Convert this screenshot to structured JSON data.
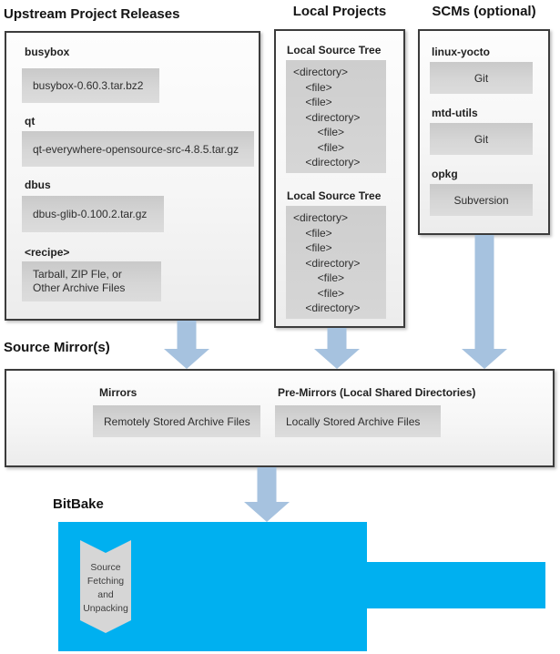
{
  "colors": {
    "bitbake_cyan": "#00B0F0",
    "arrow_blue": "#A6C2DF",
    "item_gray": "#D4D4D4"
  },
  "upstream": {
    "title": "Upstream Project Releases",
    "items": [
      {
        "label": "busybox",
        "file": "busybox-0.60.3.tar.bz2"
      },
      {
        "label": "qt",
        "file": "qt-everywhere-opensource-src-4.8.5.tar.gz"
      },
      {
        "label": "dbus",
        "file": "dbus-glib-0.100.2.tar.gz"
      },
      {
        "label": "<recipe>",
        "file_lines": [
          "Tarball, ZIP Fle, or",
          "Other Archive Files"
        ]
      }
    ]
  },
  "local": {
    "title": "Local Projects",
    "trees": [
      {
        "label": "Local Source Tree",
        "lines": [
          "<directory>",
          "    <file>",
          "    <file>",
          "    <directory>",
          "        <file>",
          "        <file>",
          "    <directory>"
        ]
      },
      {
        "label": "Local Source Tree",
        "lines": [
          "<directory>",
          "    <file>",
          "    <file>",
          "    <directory>",
          "        <file>",
          "        <file>",
          "    <directory>"
        ]
      }
    ]
  },
  "scms": {
    "title": "SCMs (optional)",
    "items": [
      {
        "label": "linux-yocto",
        "scm": "Git"
      },
      {
        "label": "mtd-utils",
        "scm": "Git"
      },
      {
        "label": "opkg",
        "scm": "Subversion"
      }
    ]
  },
  "mirrors": {
    "title": "Source Mirror(s)",
    "mirrors_label": "Mirrors",
    "mirrors_box": "Remotely Stored Archive Files",
    "premirrors_label": "Pre-Mirrors (Local Shared Directories)",
    "premirrors_box": "Locally Stored Archive Files"
  },
  "bitbake": {
    "title": "BitBake",
    "chevron_lines": [
      "Source",
      "Fetching and",
      "Unpacking"
    ]
  }
}
